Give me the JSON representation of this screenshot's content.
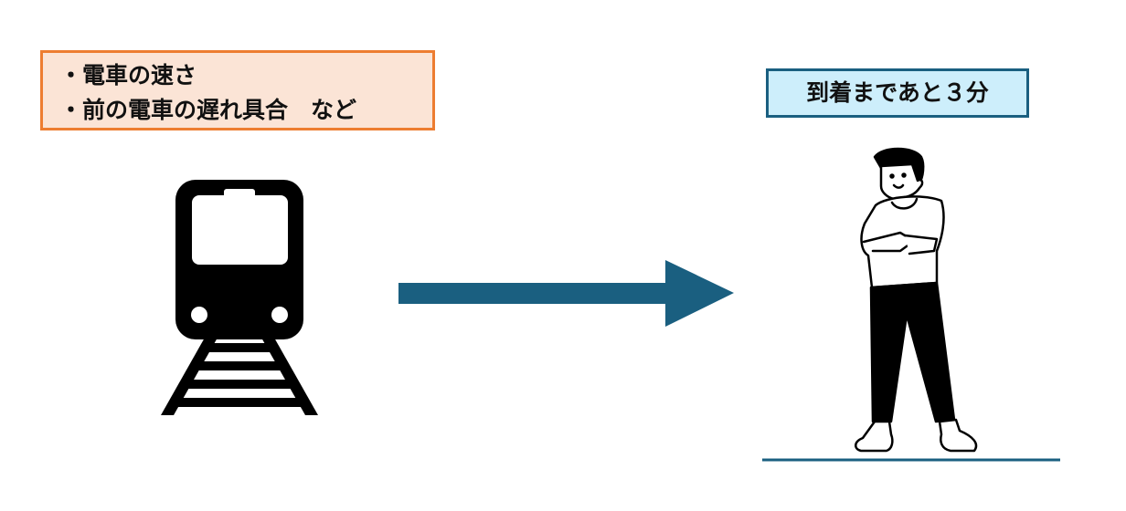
{
  "factors_box": {
    "items": [
      "・電車の速さ",
      "・前の電車の遅れ具合　など"
    ]
  },
  "arrival_box": {
    "text": "到着まであと３分"
  },
  "colors": {
    "arrow": "#1a5f80",
    "factors_border": "#ed7d31",
    "factors_bg": "#fbe4d6",
    "arrival_border": "#1a5f80",
    "arrival_bg": "#cdeefb",
    "ground": "#1a5f80"
  },
  "icons": [
    "train-icon",
    "right-arrow-icon",
    "person-arms-crossed-icon"
  ]
}
